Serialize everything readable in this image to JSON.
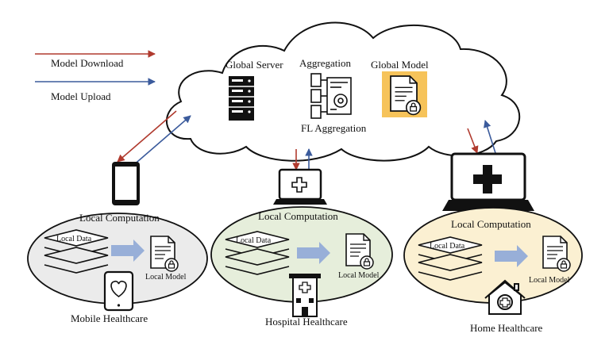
{
  "legend": {
    "download": "Model Download",
    "upload": "Model Upload"
  },
  "cloud": {
    "global_server": "Global Server",
    "aggregation": "Aggregation",
    "global_model": "Global Model",
    "fl_aggregation": "FL Aggregation"
  },
  "nodes": [
    {
      "title": "Local Computation",
      "data_label": "Local Data",
      "model_label": "Local Model",
      "caption": "Mobile Healthcare"
    },
    {
      "title": "Local Computation",
      "data_label": "Local Data",
      "model_label": "Local Model",
      "caption": "Hospital Healthcare"
    },
    {
      "title": "Local Computation",
      "data_label": "Local Data",
      "model_label": "Local Model",
      "caption": "Home Healthcare"
    }
  ],
  "colors": {
    "download_arrow": "#b03a2e",
    "upload_arrow": "#3b5b9c",
    "ellipse_mobile": "#ebebeb",
    "ellipse_hospital": "#e6eedb",
    "ellipse_home": "#fbf0d2",
    "flow_arrow": "#98afd8",
    "global_model_bg": "#f6c35a"
  }
}
